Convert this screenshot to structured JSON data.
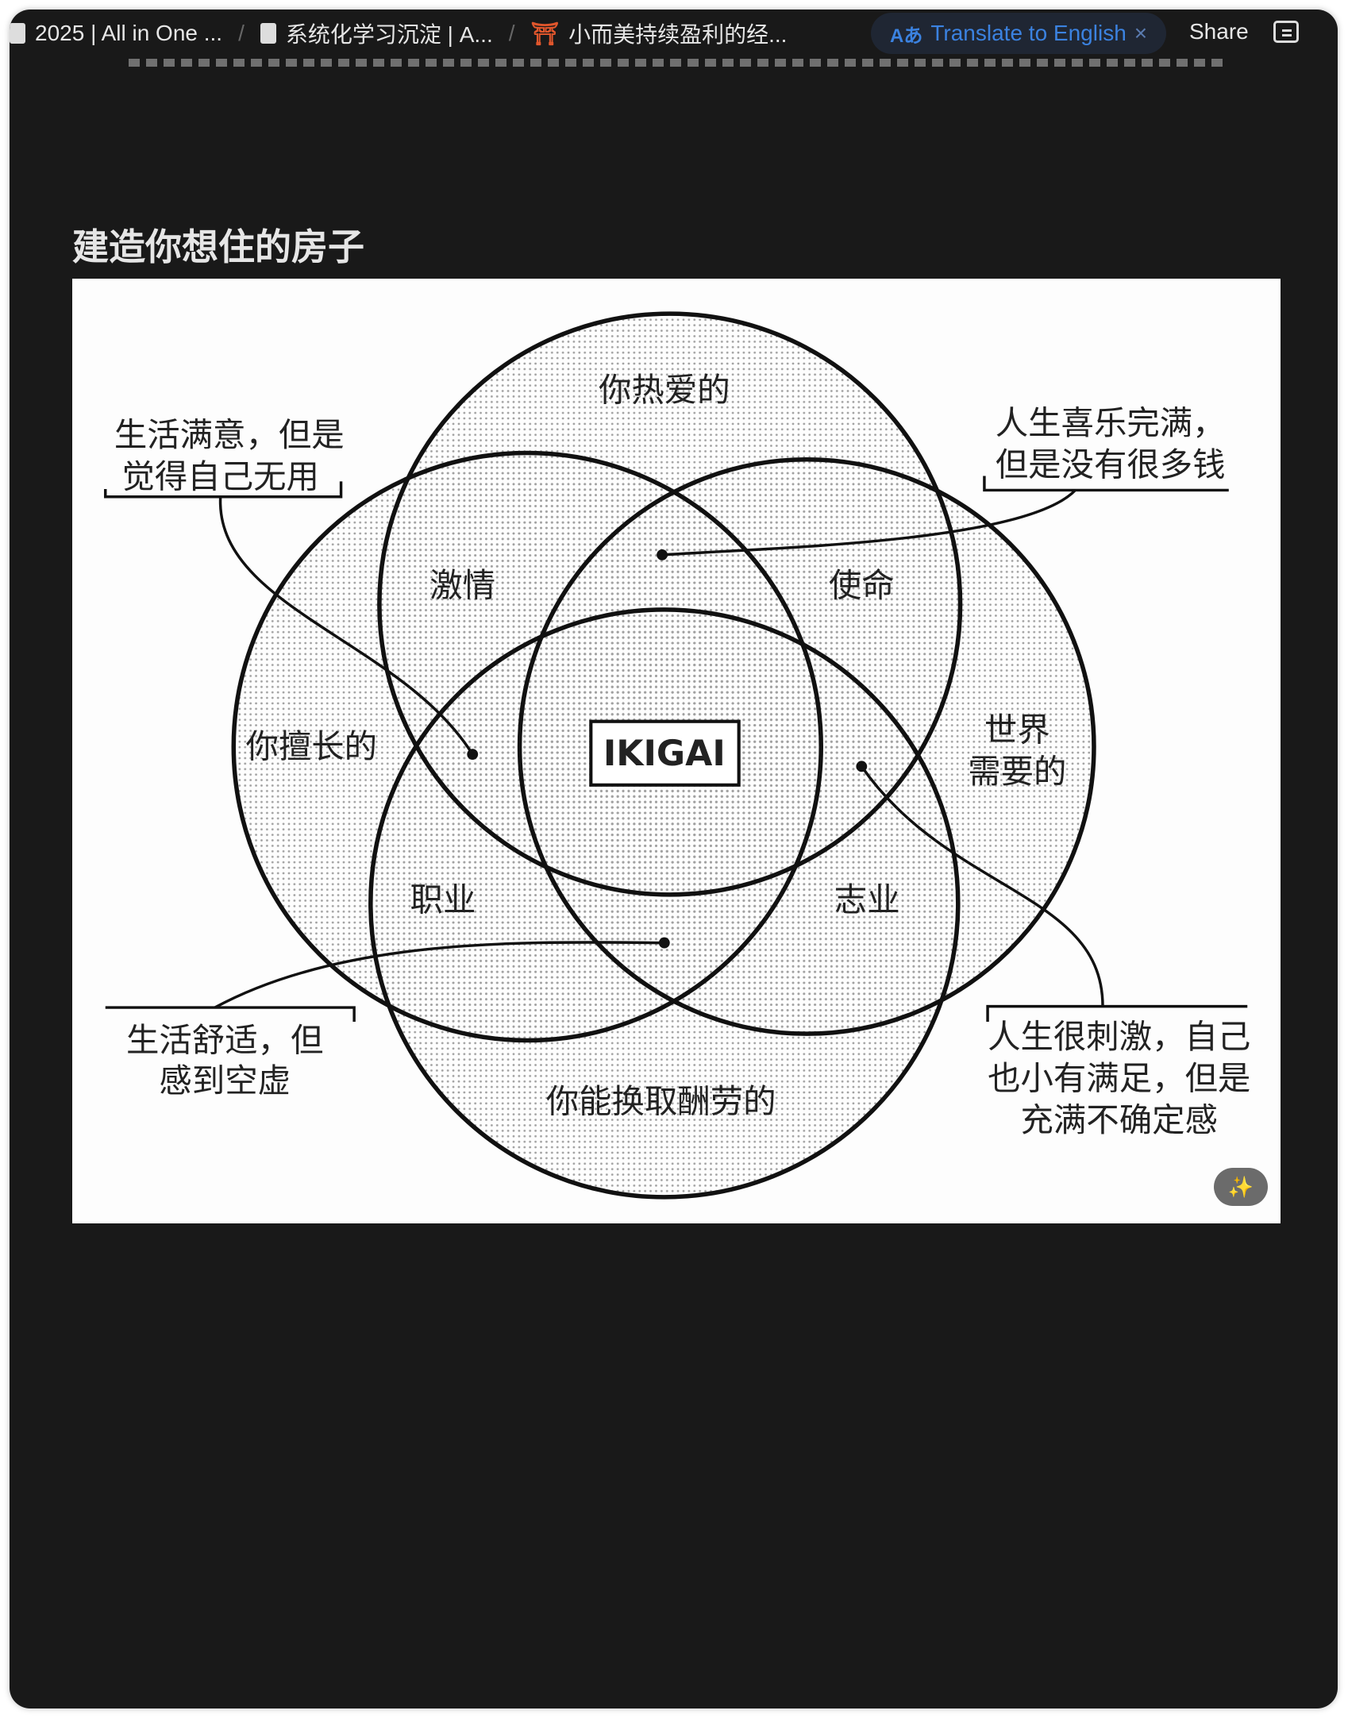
{
  "topbar": {
    "breadcrumbs": [
      {
        "label": "2025 | All in One ...",
        "icon": "page-icon"
      },
      {
        "label": "系统化学习沉淀 | A...",
        "icon": "page-icon"
      },
      {
        "label": "小而美持续盈利的经...",
        "icon": "torii-icon"
      }
    ],
    "translate_icon": "Aあ",
    "translate_label": "Translate to English",
    "translate_close": "×",
    "share_label": "Share"
  },
  "content": {
    "heading": "建造你想住的房子",
    "diagram": {
      "center": "IKIGAI",
      "circles": {
        "top": "你热爱的",
        "left": "你擅长的",
        "right_line1": "世界",
        "right_line2": "需要的",
        "bottom": "你能换取酬劳的"
      },
      "overlaps": {
        "passion": "激情",
        "mission": "使命",
        "profession": "职业",
        "vocation": "志业"
      },
      "annotations": {
        "top_left": [
          "生活满意，但是",
          "觉得自己无用"
        ],
        "top_right": [
          "人生喜乐完满，",
          "但是没有很多钱"
        ],
        "bottom_left": [
          "生活舒适，但",
          "感到空虚"
        ],
        "bottom_right": [
          "人生很刺激，自己",
          "也小有满足，但是",
          "充满不确定感"
        ]
      }
    },
    "magic_icon": "magic-wand-icon"
  }
}
